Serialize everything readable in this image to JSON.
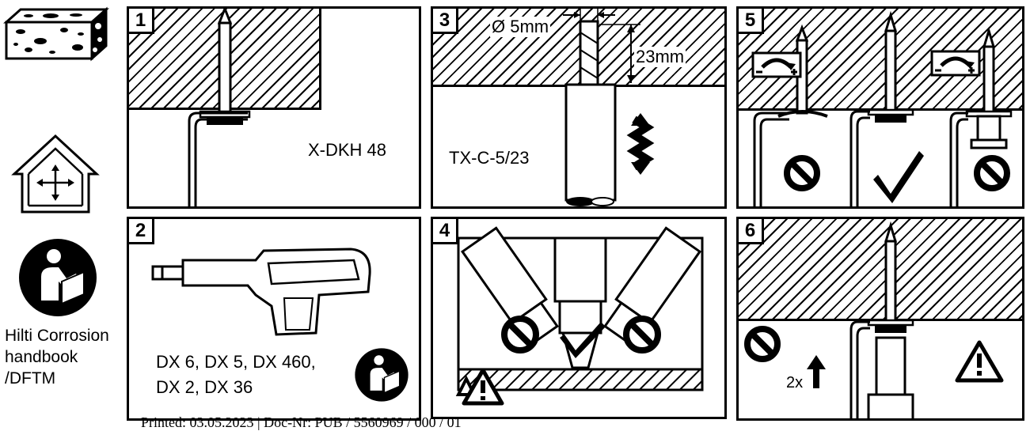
{
  "sidebar": {
    "handbook_text_lines": [
      "Hilti Corrosion",
      "handbook",
      "/DFTM"
    ]
  },
  "panels": {
    "p1": {
      "number": "1",
      "fastener_label": "X-DKH 48"
    },
    "p2": {
      "number": "2",
      "tools_line1": "DX 6, DX 5, DX 460,",
      "tools_line2": "DX 2, DX 36"
    },
    "p3": {
      "number": "3",
      "diameter_label": "Ø 5mm",
      "depth_label": "23mm",
      "bit_label": "TX-C-5/23"
    },
    "p4": {
      "number": "4"
    },
    "p5": {
      "number": "5"
    },
    "p6": {
      "number": "6",
      "repeat_label": "2x"
    }
  },
  "footer": {
    "text": "Printed: 03.05.2023 | Doc-Nr: PUB / 5560969 / 000 / 01"
  }
}
